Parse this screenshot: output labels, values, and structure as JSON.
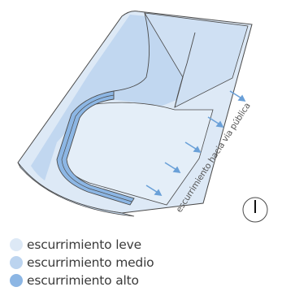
{
  "annotation": {
    "runoff_direction": "escurrimiento hacia via pública"
  },
  "compass": {
    "icon": "north-arrow-icon"
  },
  "legend": {
    "items": [
      {
        "label": "escurrimiento leve",
        "color": "#dde9f6"
      },
      {
        "label": "escurrimiento medio",
        "color": "#bcd4ef"
      },
      {
        "label": "escurrimiento alto",
        "color": "#8cb6e4"
      }
    ]
  },
  "colors": {
    "surface_light": "#dde9f6",
    "surface_medium": "#bcd4ef",
    "surface_high": "#8cb6e4",
    "arrow": "#6aa0d8",
    "outline": "#4a4a4a"
  }
}
